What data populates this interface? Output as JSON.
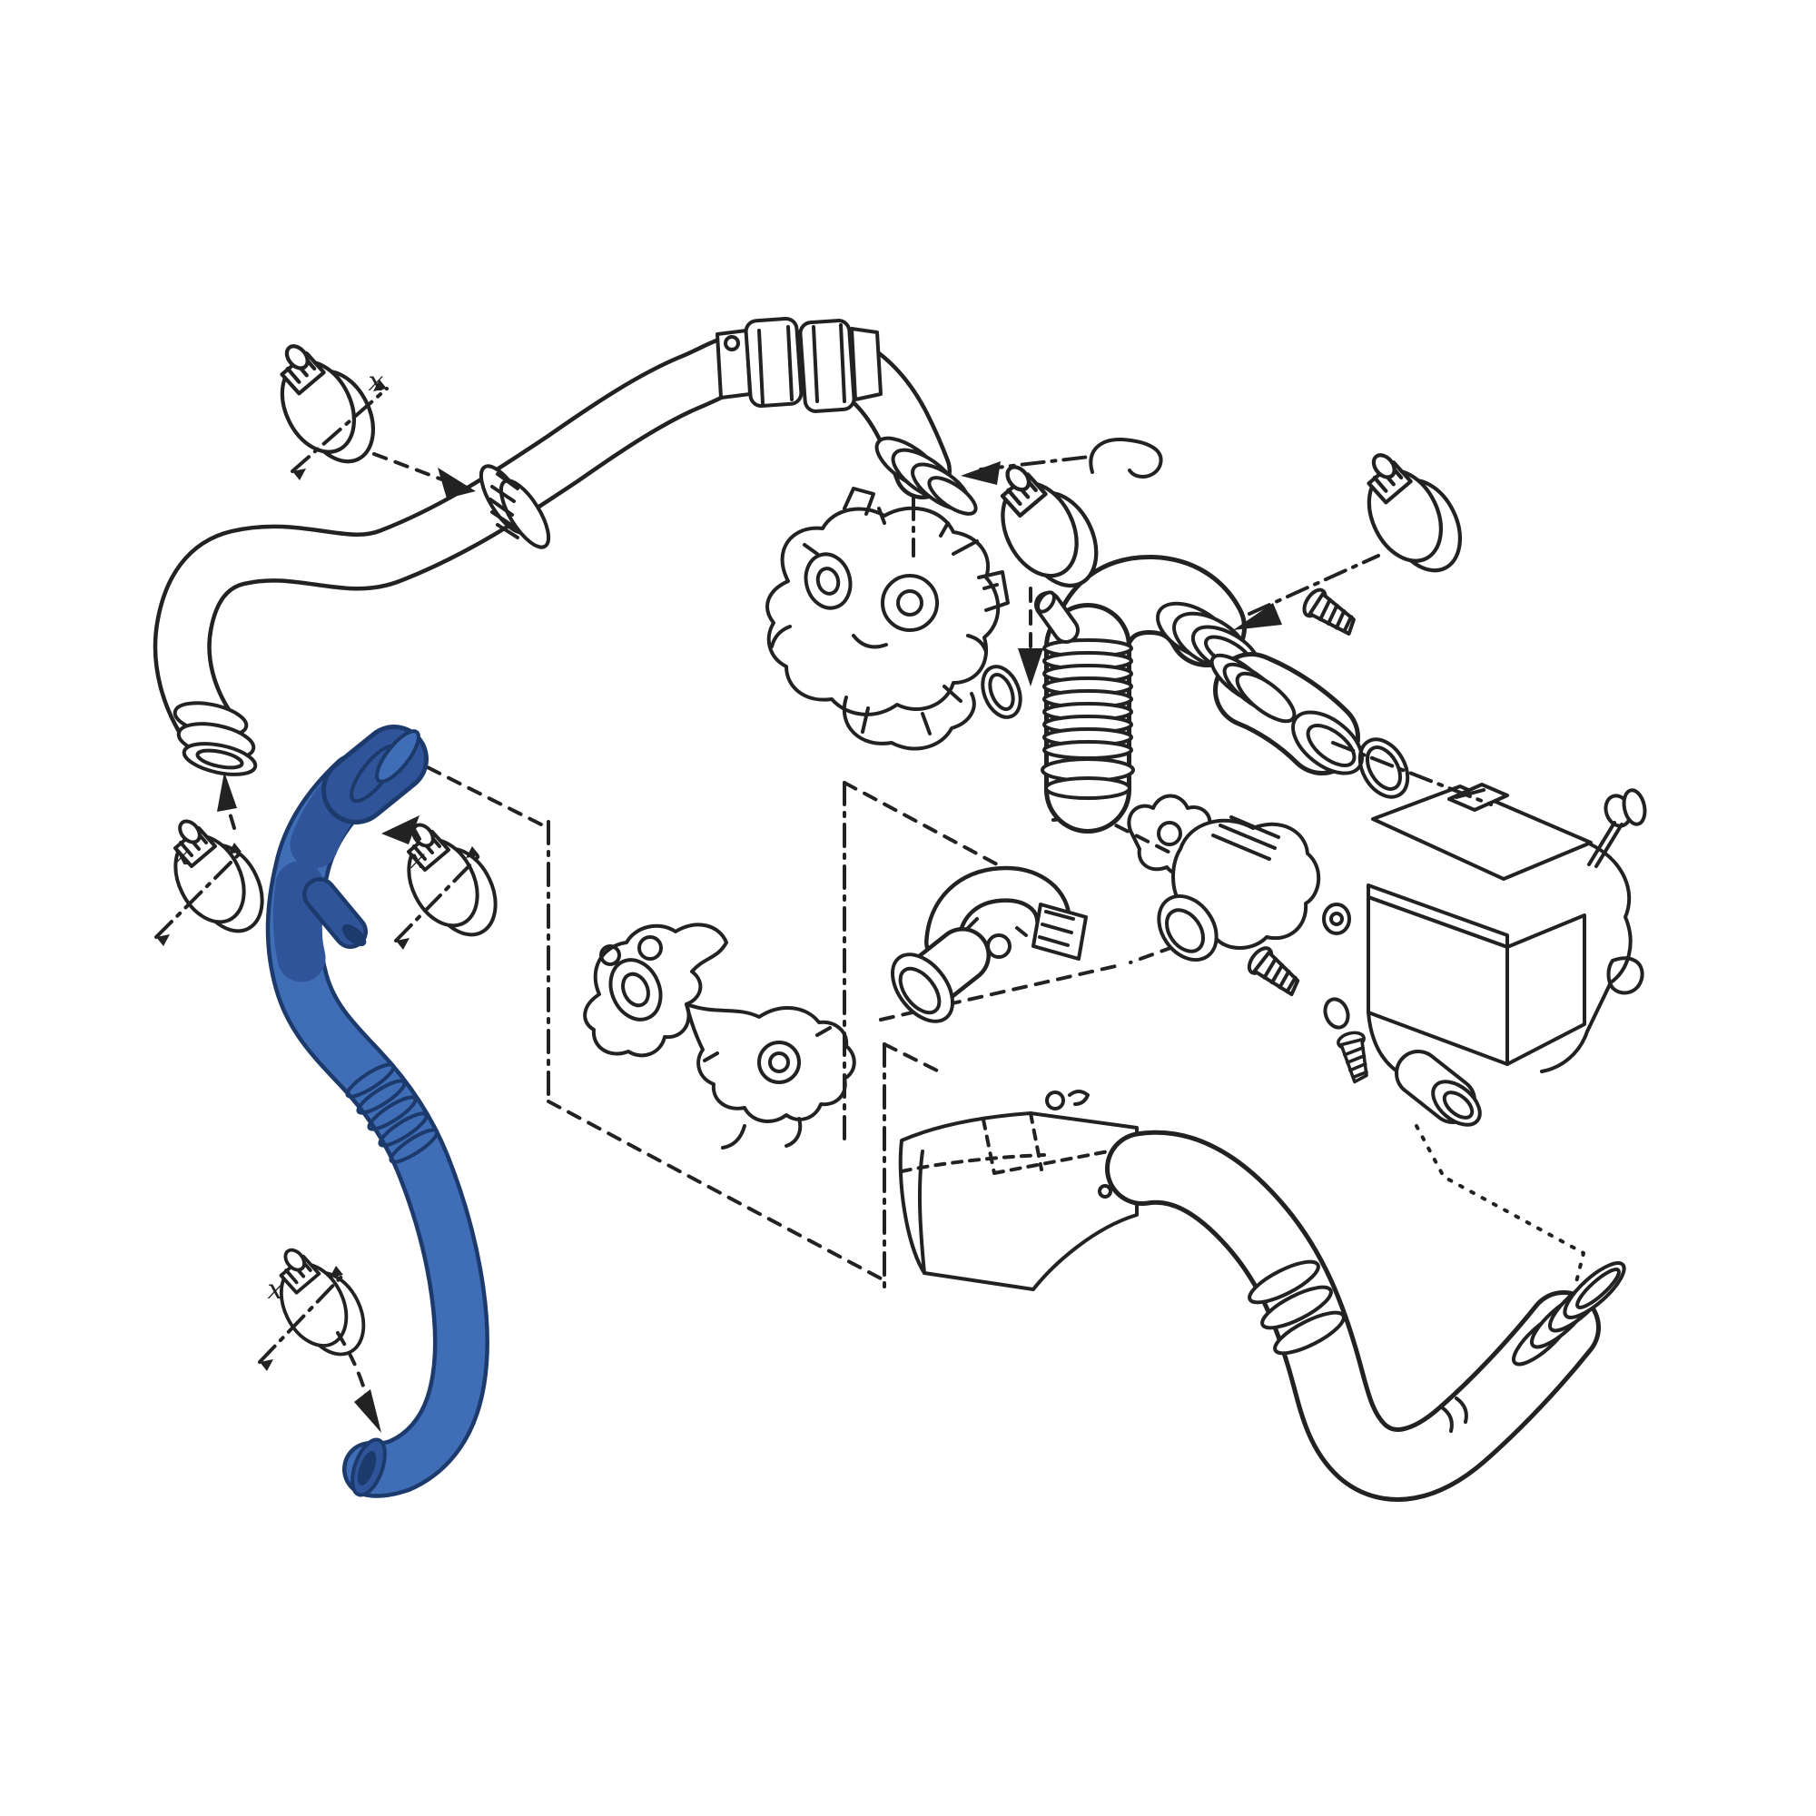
{
  "diagram": {
    "type": "exploded-parts-line-drawing",
    "background_color": "#ffffff",
    "line_color": "#222222",
    "highlight": {
      "part": "charge-air-turbo-hose",
      "color_main": "#3f6db6",
      "color_mid": "#2f549a",
      "color_dark": "#1c3a6b"
    },
    "markers": {
      "x1": "x",
      "x2": "x",
      "x3": "x",
      "x4": "x"
    },
    "parts": [
      "hose-clamp",
      "upper-charge-air-hose",
      "hose-coupler",
      "spring-wire-clip",
      "turbocharger-assembly",
      "o-ring-seal",
      "corrugated-intake-elbow",
      "air-flow-meter",
      "air-filter-housing",
      "wing-screw",
      "intake-scoop",
      "lower-intake-duct",
      "engine-bracket-assembly",
      "egr-valve-assembly",
      "throttle-body",
      "mounting-screw",
      "highlighted-charge-air-hose"
    ]
  }
}
